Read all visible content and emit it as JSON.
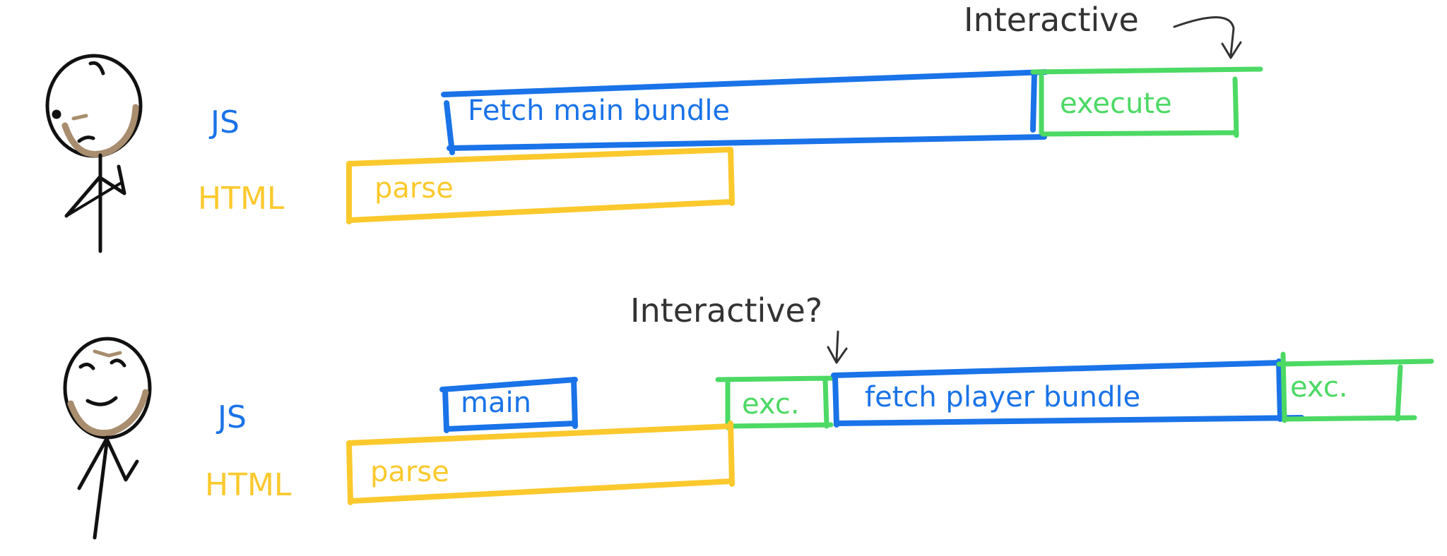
{
  "colors": {
    "js": "#1a73e8",
    "html": "#fbc92d",
    "execute": "#4cd964",
    "ink": "#111111",
    "beard": "#a88d6e",
    "note": "#333333"
  },
  "scenarios": [
    {
      "rows": [
        {
          "label": "JS",
          "kind": "js"
        },
        {
          "label": "HTML",
          "kind": "html"
        }
      ],
      "bars": [
        {
          "label": "Fetch main bundle",
          "color": "js"
        },
        {
          "label": "execute",
          "color": "execute"
        },
        {
          "label": "parse",
          "color": "html"
        }
      ],
      "annotation": {
        "text": "Interactive",
        "icon": "curved-arrow-down-icon"
      }
    },
    {
      "rows": [
        {
          "label": "JS",
          "kind": "js"
        },
        {
          "label": "HTML",
          "kind": "html"
        }
      ],
      "bars": [
        {
          "label": "main",
          "color": "js"
        },
        {
          "label": "exc.",
          "color": "execute"
        },
        {
          "label": "fetch player bundle",
          "color": "js"
        },
        {
          "label": "exc.",
          "color": "execute"
        },
        {
          "label": "parse",
          "color": "html"
        }
      ],
      "annotation": {
        "text": "Interactive?",
        "icon": "question-arrow-down-icon"
      }
    }
  ]
}
